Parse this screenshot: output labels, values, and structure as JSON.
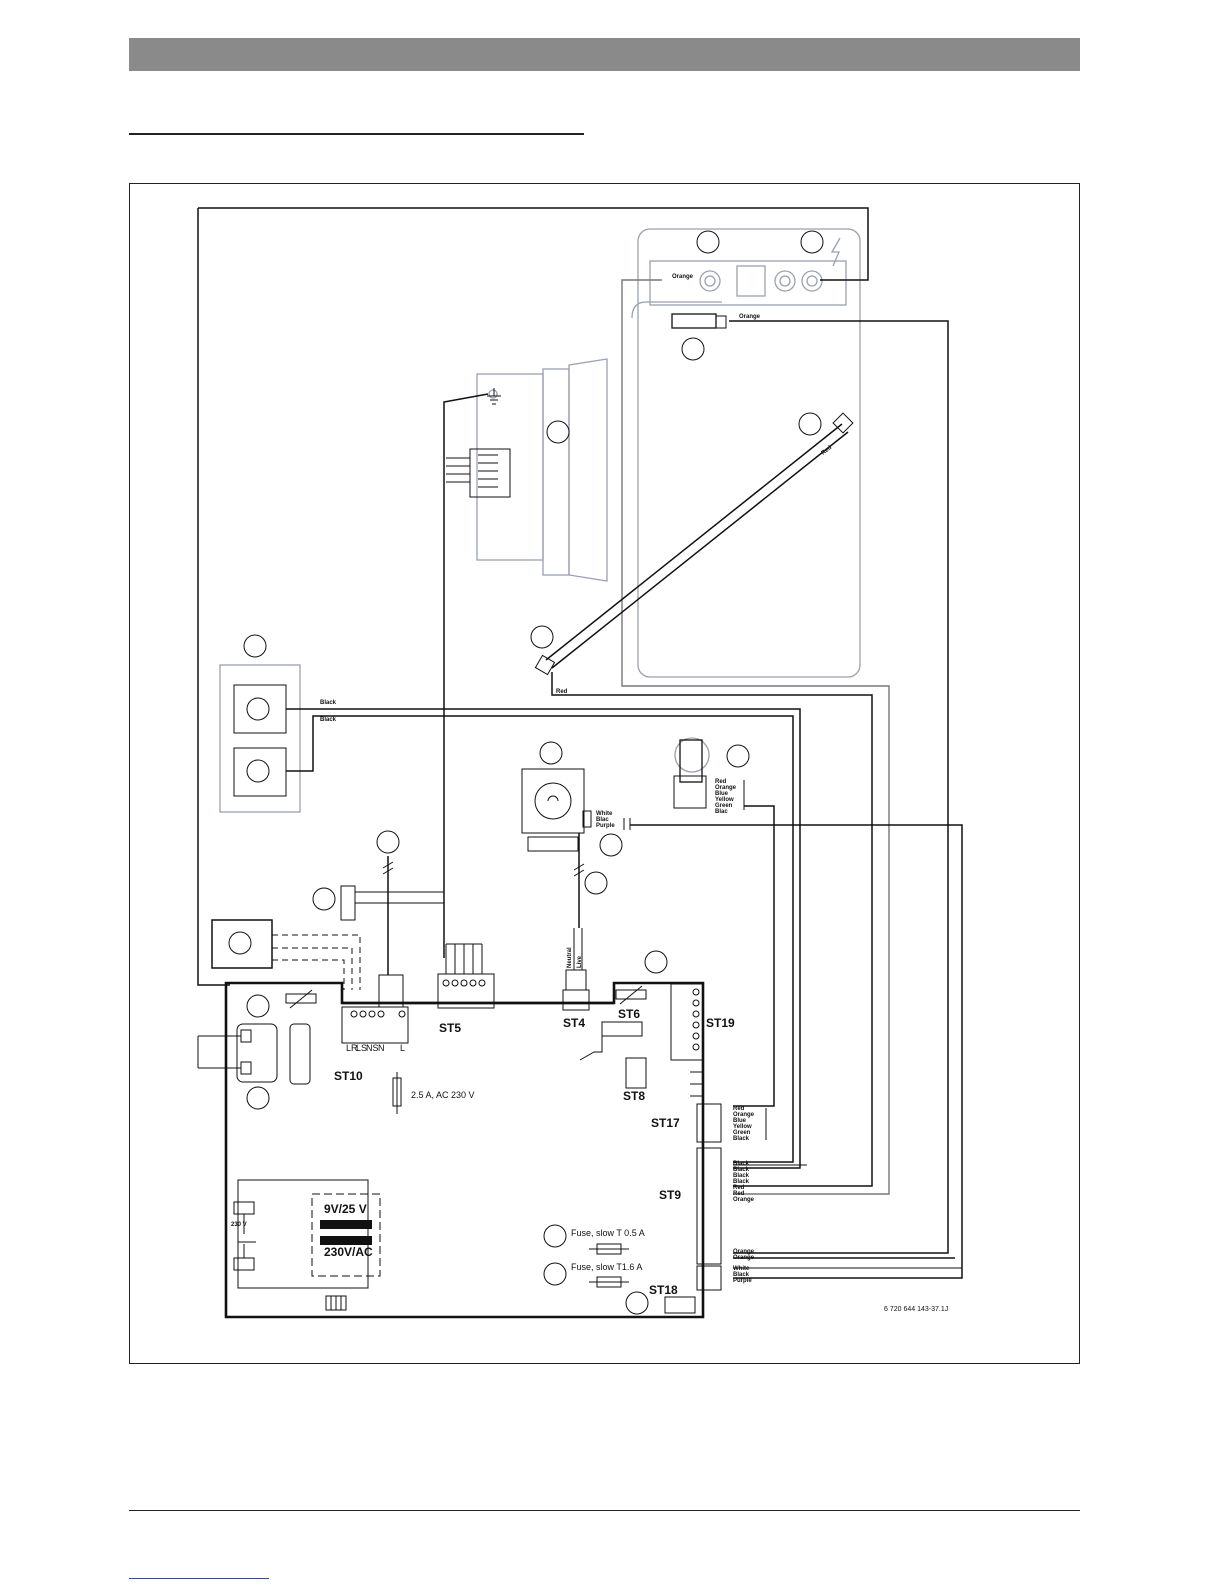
{
  "page": {
    "doc_code": "6 720 644 143-37.1J"
  },
  "wire_colors": {
    "orange_top": "Orange",
    "orange_mid": "Orange",
    "red_electrode": "Red",
    "red_bottom": "Red",
    "black_1": "Black",
    "black_2": "Black"
  },
  "pump": {
    "wires": [
      "White",
      "Blac",
      "Purple"
    ]
  },
  "valve": {
    "wires": [
      "Red",
      "Orange",
      "Blue",
      "Yellow",
      "Green",
      "Blac"
    ]
  },
  "connectors": {
    "st4": "ST4",
    "st5": "ST5",
    "st6": "ST6",
    "st8": "ST8",
    "st9": "ST9",
    "st10": "ST10",
    "st17": "ST17",
    "st18": "ST18",
    "st19": "ST19"
  },
  "st4_wires": [
    "Neutral",
    "Live"
  ],
  "st10_terminals": [
    "LR",
    "LS",
    "NS",
    "N",
    "L"
  ],
  "st17_wires": [
    "Red",
    "Orange",
    "Blue",
    "Yellow",
    "Green",
    "Black"
  ],
  "st9_wires_top": [
    "Black",
    "Black",
    "Black",
    "Black",
    "Red",
    "Red",
    "Orange"
  ],
  "st9_wires_bottom": [
    "Orange",
    "Orange"
  ],
  "st18_wires": [
    "White",
    "Black",
    "Purple"
  ],
  "fuses": {
    "mains": "2.5 A, AC 230 V",
    "f1": "Fuse, slow T 0.5 A",
    "f2": "Fuse, slow T1.6 A"
  },
  "transformer": {
    "secondary": "9V/25 V",
    "primary": "230V/AC",
    "input": "230 V"
  }
}
